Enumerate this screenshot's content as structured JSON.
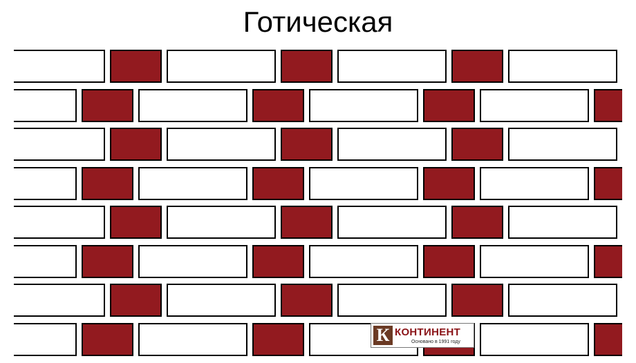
{
  "title": "Готическая",
  "pattern": {
    "name": "gothic-bond",
    "rows": 8,
    "stretcher_color": "#ffffff",
    "header_color": "#921a1f",
    "outline_color": "#000000"
  },
  "logo": {
    "mark": "К",
    "name": "КОНТИНЕНТ",
    "tagline": "Основано в 1991 году"
  }
}
